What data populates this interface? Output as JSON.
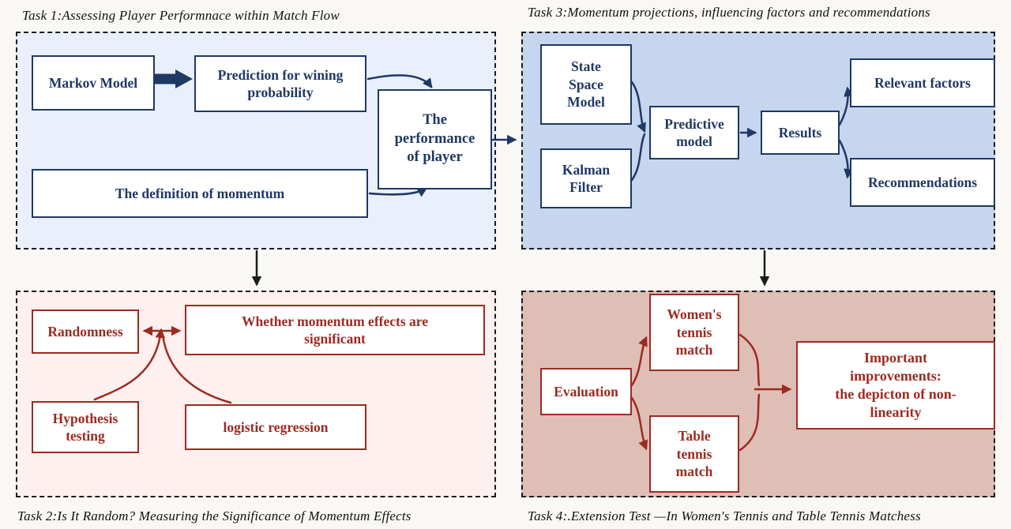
{
  "colors": {
    "blue_dark": "#1f3864",
    "red_dark": "#9c2a21",
    "ink": "#1b1b1b",
    "panel1_bg": "#e9f0fb",
    "panel3_bg": "#c6d6ee",
    "panel2_bg": "#fdf0ee",
    "panel4_bg": "#dfbeb6",
    "box_bg": "#ffffff"
  },
  "tasks": {
    "task1": {
      "title": "Task 1:Assessing Player Performnace within Match Flow",
      "boxes": {
        "markov": "Markov Model",
        "prediction": "Prediction for wining\nprobability",
        "definition": "The definition of momentum",
        "performance": "The\nperformance\nof player"
      }
    },
    "task2": {
      "title": "Task 2:Is It Random? Measuring the Significance of Momentum Effects",
      "boxes": {
        "randomness": "Randomness",
        "significant": "Whether momentum effects are\nsignificant",
        "hypothesis": "Hypothesis\ntesting",
        "logistic": "logistic regression"
      }
    },
    "task3": {
      "title": "Task 3:Momentum projections, influencing factors and recommendations",
      "boxes": {
        "state_space": "State\nSpace\nModel",
        "kalman": "Kalman\nFilter",
        "predictive": "Predictive\nmodel",
        "results": "Results",
        "relevant": "Relevant factors",
        "recommendations": "Recommendations"
      }
    },
    "task4": {
      "title": "Task 4:.Extension Test —In Women's Tennis and Table Tennis Matchess",
      "boxes": {
        "evaluation": "Evaluation",
        "womens": "Women's\ntennis\nmatch",
        "table_tennis": "Table\ntennis\nmatch",
        "improvements": "Important\nimprovements:\nthe depicton of non-\nlinearity"
      }
    }
  }
}
